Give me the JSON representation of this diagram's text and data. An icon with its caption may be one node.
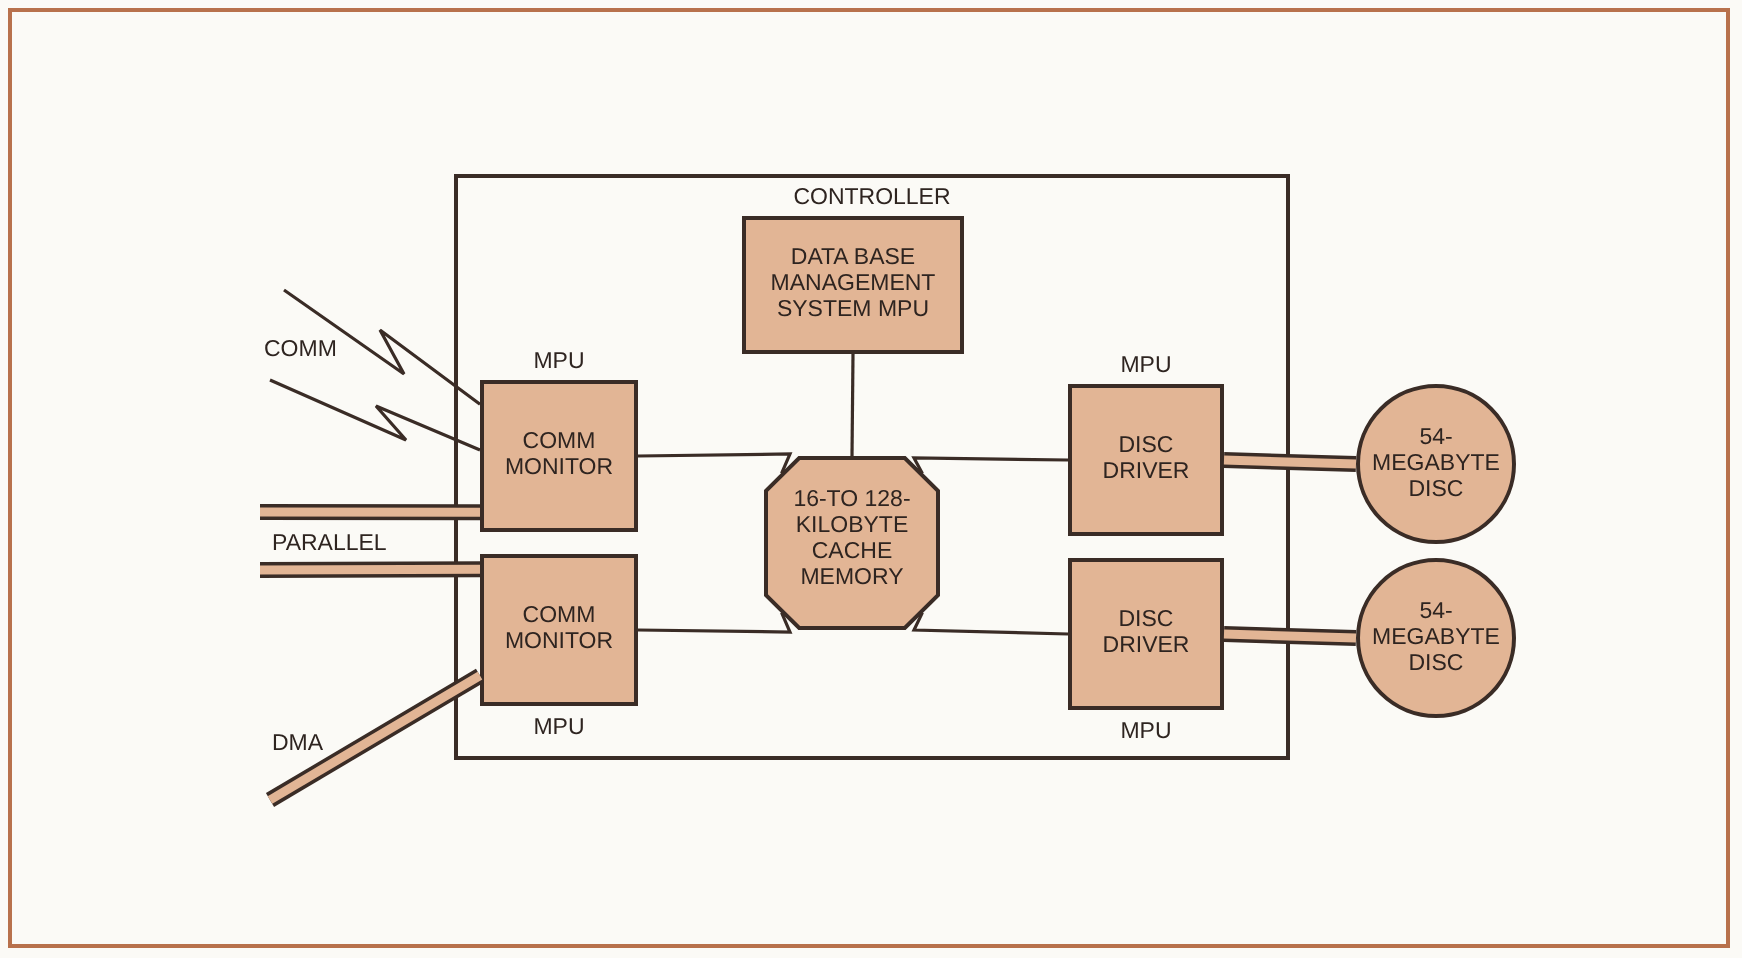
{
  "diagram": {
    "nodes": [
      {
        "text": [
          "CONTROLLER"
        ]
      },
      {
        "text": [
          "DATA BASE MANAGEMENT SYSTEM MPU"
        ],
        "in": 0
      },
      {
        "text": [
          "COMM MONITOR"
        ],
        "beside": [
          "MPU"
        ],
        "in": 0
      },
      {
        "text": [
          "16-TO 128-KILOBYTE CACHE MEMORY"
        ],
        "in": 0
      },
      {
        "text": [
          "DISC DRIVER"
        ],
        "beside": [
          "MPU"
        ],
        "in": 0
      },
      {
        "text": [
          "COMM MONITOR"
        ],
        "beside": [
          "MPU"
        ],
        "in": 0
      },
      {
        "text": [
          "DISC DRIVER"
        ],
        "beside": [
          "MPU"
        ],
        "in": 0
      },
      {
        "text": [
          "54-MEGABYTE DISC"
        ]
      },
      {
        "text": [
          "54-MEGABYTE DISC"
        ]
      }
    ],
    "edges": [
      {
        "from": null,
        "to": 2,
        "arrow": "none"
      },
      {
        "from": null,
        "to": 2,
        "arrow": "none"
      },
      {
        "from": null,
        "to": 2,
        "arrow": "none",
        "style": "thick"
      },
      {
        "from": null,
        "to": 5,
        "arrow": "none",
        "style": "thick"
      },
      {
        "from": null,
        "to": 5,
        "arrow": "none",
        "style": "thick"
      },
      {
        "from": 1,
        "to": 3,
        "arrow": "none"
      },
      {
        "from": 2,
        "to": 3,
        "arrow": "none"
      },
      {
        "from": 5,
        "to": 3,
        "arrow": "none"
      },
      {
        "from": 3,
        "to": 4,
        "arrow": "none"
      },
      {
        "from": 3,
        "to": 6,
        "arrow": "none"
      },
      {
        "from": 4,
        "to": 7,
        "arrow": "none",
        "style": "thick"
      },
      {
        "from": 6,
        "to": 8,
        "arrow": "none",
        "style": "thick"
      }
    ],
    "labels": [
      "COMM",
      "PARALLEL",
      "DMA"
    ]
  }
}
